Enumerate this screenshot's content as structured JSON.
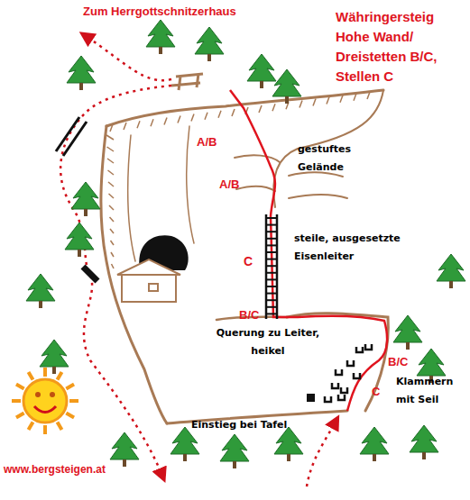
{
  "diagram": {
    "title": "Währingersteig Hohe Wand/ Dreistetten B/C, Stellen C",
    "labels": [
      "Zum Herrgottschnitzerhaus",
      "A/B",
      "gestuftes Gelände",
      "A/B",
      "C",
      "steile, ausgesetzte Eisenleiter",
      "B/C",
      "Querung zu Leiter, heikel",
      "B/C",
      "Klammern mit Seil",
      "C",
      "Einstieg bei Tafel",
      "www.bergsteigen.at"
    ]
  }
}
